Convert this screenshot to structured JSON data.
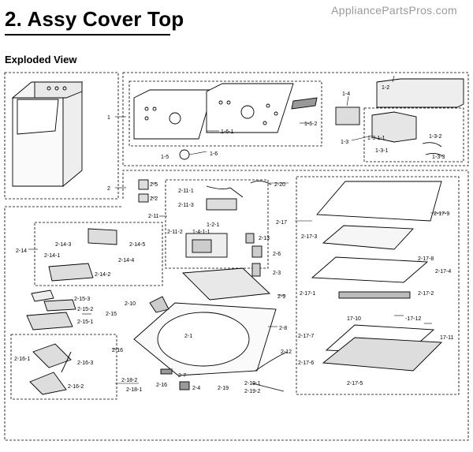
{
  "header": {
    "title": "2.  Assy Cover Top",
    "watermark": "AppliancePartsPros.com",
    "subtitle": "Exploded View"
  },
  "diagram": {
    "group_labels": [
      "1",
      "2"
    ],
    "part_labels": [
      "1-6-1",
      "1-6-2",
      "1-5",
      "1-6",
      "1-4",
      "1-2",
      "1-3",
      "1-3-1-1",
      "1-3-1",
      "1-3-2",
      "1-3-3",
      "2-5",
      "2-2",
      "2-11-1",
      "2-11-3",
      "2-11",
      "2-11-2",
      "1-2-1",
      "1-4-1-1",
      "2-13",
      "2-6",
      "2-3",
      "2-9",
      "2-20",
      "2-17",
      "2-17-9",
      "2-17-3",
      "2-17-8",
      "2-17-4",
      "2-17-1",
      "2-17-2",
      "17-10",
      "-17-12",
      "2-17-7",
      "17-11",
      "2-17-6",
      "2-17-5",
      "2-14",
      "2-14-3",
      "2-14-5",
      "2-14-1",
      "2-14-4",
      "2-14-2",
      "2-15-3",
      "2-15-2",
      "2-15",
      "2-15-1",
      "2-10",
      "2-1",
      "2-8",
      "2-12",
      "2-16",
      "2-16-1",
      "2-16-3",
      "2-16-2",
      "2-7",
      "2-18-2",
      "2-18-1",
      "2-16",
      "2-4",
      "2-19",
      "2-19-1",
      "2-19-2"
    ]
  }
}
